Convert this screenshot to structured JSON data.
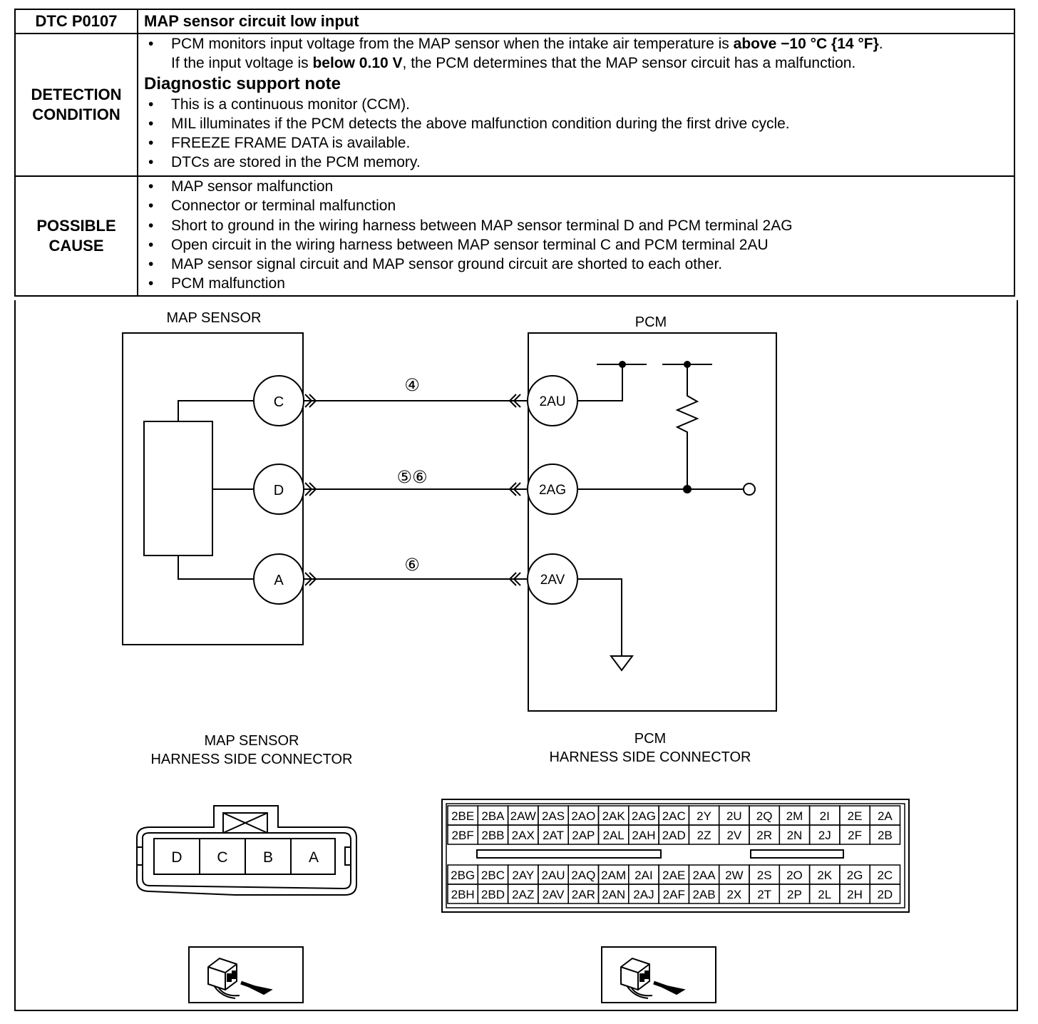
{
  "header": {
    "code": "DTC P0107",
    "title": "MAP sensor circuit low input"
  },
  "detection": {
    "label_line1": "DETECTION",
    "label_line2": "CONDITION",
    "item1_a": "PCM monitors input voltage from the MAP sensor when the intake air temperature is ",
    "item1_b": "above −10 °C {14 °F}",
    "item1_c": ".",
    "item1_d": "If the input voltage is ",
    "item1_e": "below 0.10 V",
    "item1_f": ", the PCM determines that the MAP sensor circuit has a malfunction.",
    "note_heading": "Diagnostic support note",
    "notes": [
      "This is a continuous monitor (CCM).",
      "MIL illuminates if the PCM detects the above malfunction condition during the first drive cycle.",
      "FREEZE FRAME DATA is available.",
      "DTCs are stored in the PCM memory."
    ]
  },
  "cause": {
    "label_line1": "POSSIBLE",
    "label_line2": "CAUSE",
    "items": [
      "MAP sensor malfunction",
      "Connector or terminal malfunction",
      "Short to ground in the wiring harness between MAP sensor terminal D and PCM terminal 2AG",
      "Open circuit in the wiring harness between MAP sensor terminal C and PCM terminal 2AU",
      "MAP sensor signal circuit and MAP sensor ground circuit are shorted to each other.",
      "PCM malfunction"
    ]
  },
  "diagram": {
    "map_sensor_title": "MAP SENSOR",
    "pcm_title": "PCM",
    "map_terminals": [
      "C",
      "D",
      "A"
    ],
    "pcm_terminals": [
      "2AU",
      "2AG",
      "2AV"
    ],
    "wire_labels": [
      "④",
      "⑤⑥",
      "⑥"
    ],
    "map_conn_line1": "MAP SENSOR",
    "map_conn_line2": "HARNESS SIDE CONNECTOR",
    "pcm_conn_line1": "PCM",
    "pcm_conn_line2": "HARNESS SIDE CONNECTOR",
    "map_connector_pins": [
      "D",
      "C",
      "B",
      "A"
    ],
    "pcm_connector_rows": [
      [
        "2BE",
        "2BA",
        "2AW",
        "2AS",
        "2AO",
        "2AK",
        "2AG",
        "2AC",
        "2Y",
        "2U",
        "2Q",
        "2M",
        "2I",
        "2E",
        "2A"
      ],
      [
        "2BF",
        "2BB",
        "2AX",
        "2AT",
        "2AP",
        "2AL",
        "2AH",
        "2AD",
        "2Z",
        "2V",
        "2R",
        "2N",
        "2J",
        "2F",
        "2B"
      ],
      [
        "2BG",
        "2BC",
        "2AY",
        "2AU",
        "2AQ",
        "2AM",
        "2AI",
        "2AE",
        "2AA",
        "2W",
        "2S",
        "2O",
        "2K",
        "2G",
        "2C"
      ],
      [
        "2BH",
        "2BD",
        "2AZ",
        "2AV",
        "2AR",
        "2AN",
        "2AJ",
        "2AF",
        "2AB",
        "2X",
        "2T",
        "2P",
        "2L",
        "2H",
        "2D"
      ]
    ],
    "connector_view_icon": "harness-connector-view-icon"
  }
}
